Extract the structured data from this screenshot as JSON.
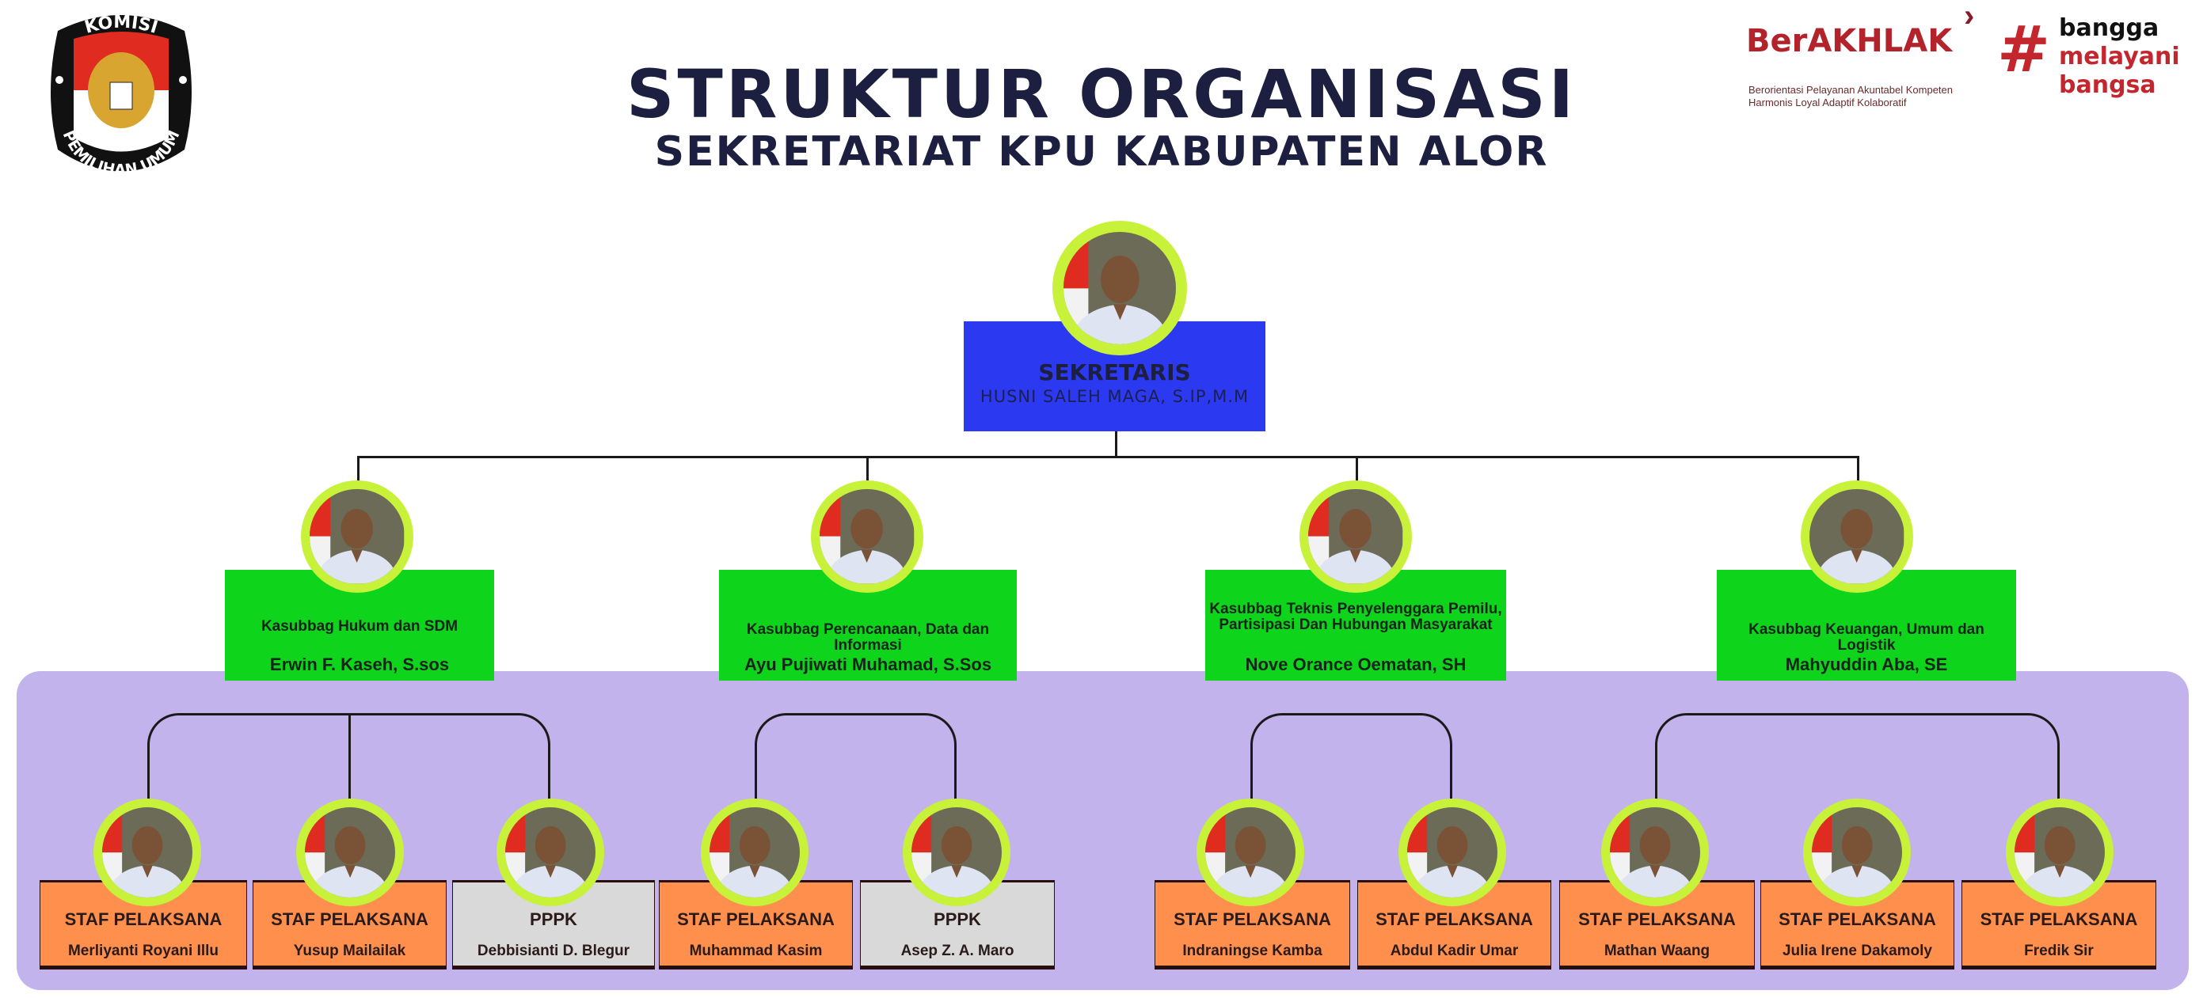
{
  "header": {
    "title": "STRUKTUR ORGANISASI",
    "subtitle": "SEKRETARIAT KPU KABUPATEN ALOR"
  },
  "logos": {
    "kpu": {
      "top_text": "KOMISI",
      "bottom_text": "PEMILIHAN UMUM"
    },
    "berakhlak": {
      "name": "BerAKHLAK",
      "line1": "Berorientasi Pelayanan Akuntabel Kompeten",
      "line2": "Harmonis Loyal Adaptif Kolaboratif"
    },
    "bangga": {
      "hash": "#",
      "line1": "bangga",
      "line2": "melayani",
      "line3": "bangsa"
    }
  },
  "colors": {
    "sekretaris": "#2b3af0",
    "kasubbag": "#0ed41c",
    "staf": "#fe8f4c",
    "pppk": "#d9d9d9",
    "panel": "#c3b3ec",
    "ring": "#c8f23a"
  },
  "sekretaris": {
    "role": "SEKRETARIS",
    "name": "HUSNI SALEH MAGA, S.IP,M.M"
  },
  "kasubbag": [
    {
      "role": "Kasubbag Hukum dan SDM",
      "name": "Erwin F. Kaseh, S.sos"
    },
    {
      "role": "Kasubbag Perencanaan, Data dan Informasi",
      "name": "Ayu Pujiwati Muhamad, S.Sos"
    },
    {
      "role": "Kasubbag Teknis Penyelenggara Pemilu, Partisipasi Dan Hubungan Masyarakat",
      "name": "Nove Orance Oematan, SH"
    },
    {
      "role": "Kasubbag Keuangan, Umum dan Logistik",
      "name": "Mahyuddin Aba, SE"
    }
  ],
  "staff": [
    {
      "role": "STAF PELAKSANA",
      "name": "Merliyanti Royani Illu",
      "type": "staf"
    },
    {
      "role": "STAF PELAKSANA",
      "name": "Yusup Mailailak",
      "type": "staf"
    },
    {
      "role": "PPPK",
      "name": "Debbisianti D. Blegur",
      "type": "pppk"
    },
    {
      "role": "STAF PELAKSANA",
      "name": "Muhammad Kasim",
      "type": "staf"
    },
    {
      "role": "PPPK",
      "name": "Asep Z. A. Maro",
      "type": "pppk"
    },
    {
      "role": "STAF PELAKSANA",
      "name": "Indraningse Kamba",
      "type": "staf"
    },
    {
      "role": "STAF PELAKSANA",
      "name": "Abdul Kadir Umar",
      "type": "staf"
    },
    {
      "role": "STAF PELAKSANA",
      "name": "Mathan Waang",
      "type": "staf"
    },
    {
      "role": "STAF PELAKSANA",
      "name": "Julia Irene Dakamoly",
      "type": "staf"
    },
    {
      "role": "STAF PELAKSANA",
      "name": "Fredik Sir",
      "type": "staf"
    }
  ]
}
